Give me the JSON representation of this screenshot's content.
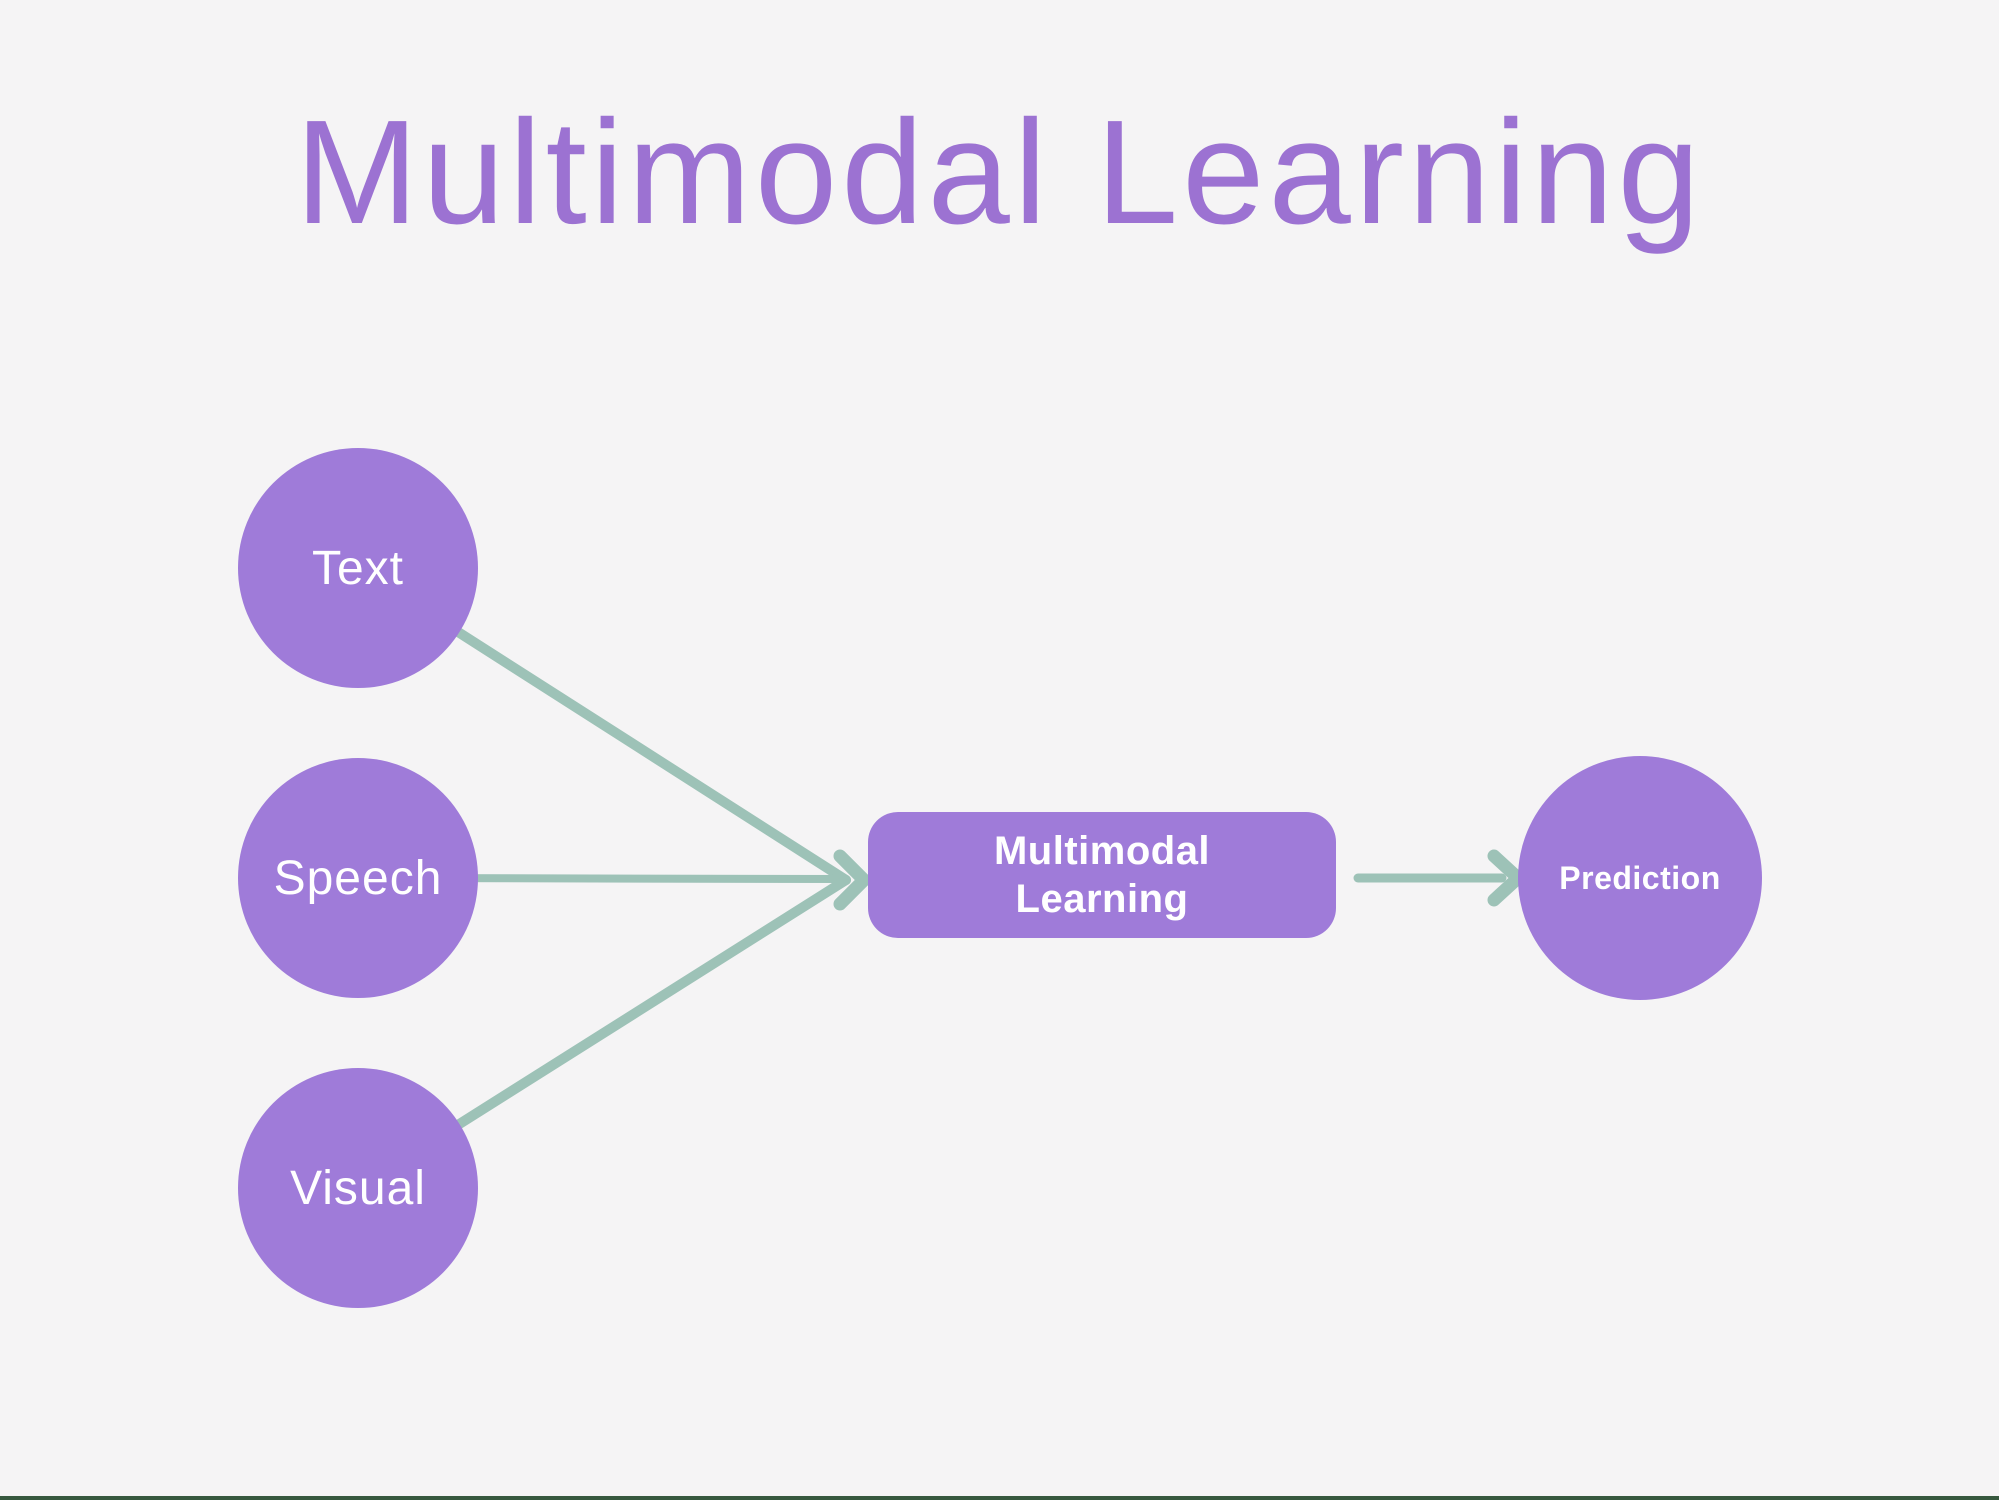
{
  "page": {
    "title": "Multimodal Learning",
    "background_color": "#f5f4f5",
    "bottom_border_color": "#37583e"
  },
  "colors": {
    "title_purple": "#9c72d2",
    "node_purple": "#9f7bd9",
    "node_text_white": "#ffffff",
    "arrow_sage": "#9dc2b7"
  },
  "diagram": {
    "inputs": [
      {
        "id": "text",
        "label": "Text"
      },
      {
        "id": "speech",
        "label": "Speech"
      },
      {
        "id": "visual",
        "label": "Visual"
      }
    ],
    "hub": {
      "label_line1": "Multimodal",
      "label_line2": "Learning"
    },
    "output": {
      "label": "Prediction"
    }
  }
}
